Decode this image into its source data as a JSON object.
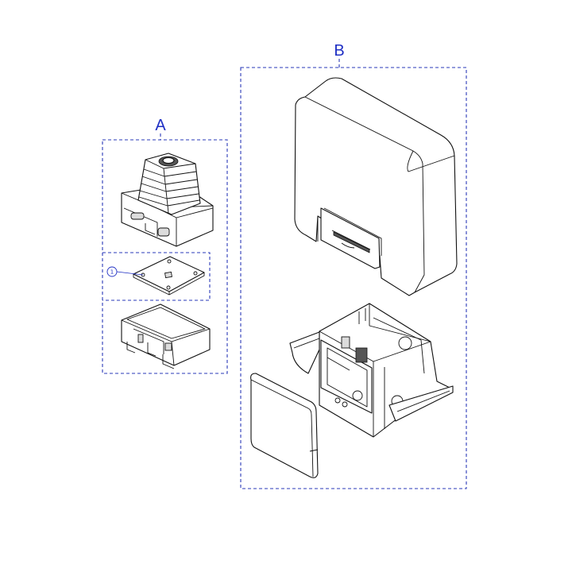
{
  "groups": [
    {
      "label": "A",
      "color": "#1f2fc4"
    },
    {
      "label": "B",
      "color": "#1f2fc4"
    }
  ],
  "callouts": [
    {
      "label": "1"
    }
  ],
  "colors": {
    "frame": "#2a3ab8",
    "label": "#1f2fc4",
    "line": "#111111"
  }
}
